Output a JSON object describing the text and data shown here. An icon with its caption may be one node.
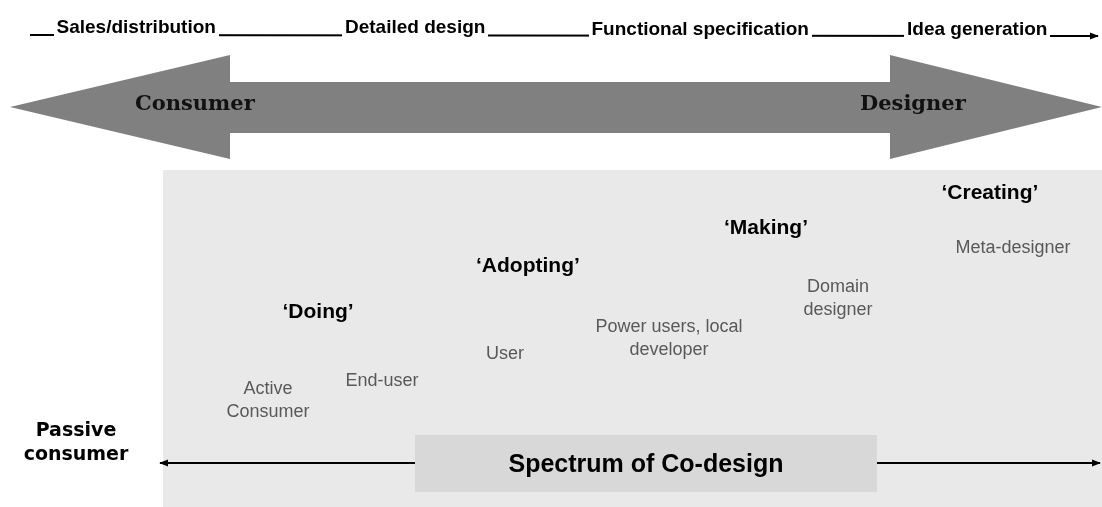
{
  "diagram": {
    "nodes": [
      {
        "text": [
          "Consumer",
          "Designer"
        ]
      },
      {
        "text": [
          "Passive consumer"
        ]
      },
      {
        "text": [
          "Spectrum of Co-design"
        ]
      }
    ],
    "edges": [
      {
        "from": 2,
        "to": 1,
        "arrow": "to"
      },
      {
        "from": 2,
        "to": null,
        "arrow": "to"
      }
    ],
    "labels": [
      "Sales/distribution",
      "Detailed design",
      "Functional specification",
      "Idea generation",
      "‘Creating’",
      "Meta-designer",
      "‘Making’",
      "Domain designer",
      "‘Adopting’",
      "Power users, local developer",
      "‘Doing’",
      "User",
      "End-user",
      "Active Consumer"
    ]
  }
}
